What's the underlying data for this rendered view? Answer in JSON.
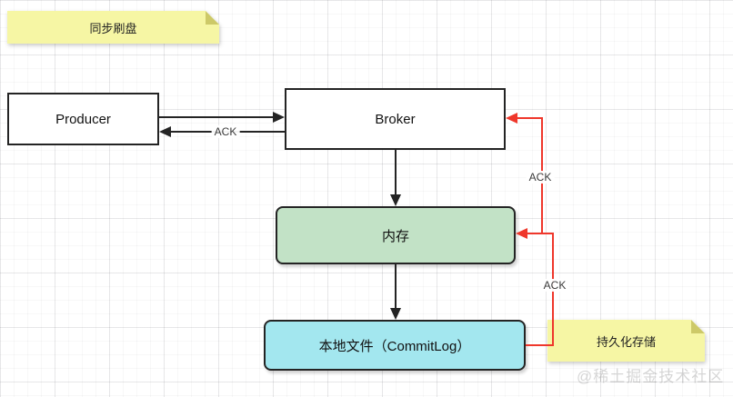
{
  "nodes": {
    "producer_label": "Producer",
    "broker_label": "Broker",
    "memory_label": "内存",
    "commitlog_label": "本地文件（CommitLog）"
  },
  "notes": {
    "sync": "同步刷盘",
    "persist": "持久化存储"
  },
  "edges": {
    "producer_to_broker_ack": "ACK",
    "memory_to_broker_ack": "ACK",
    "commitlog_to_memory_ack": "ACK"
  },
  "watermark": "@稀土掘金技术社区",
  "colors": {
    "black_line": "#242424",
    "red_line": "#ef372b",
    "memory_fill": "#c2e2c6",
    "commitlog_fill": "#a3e7ef",
    "note_fill": "#f6f6a4",
    "note_fold": "#cdc968"
  }
}
